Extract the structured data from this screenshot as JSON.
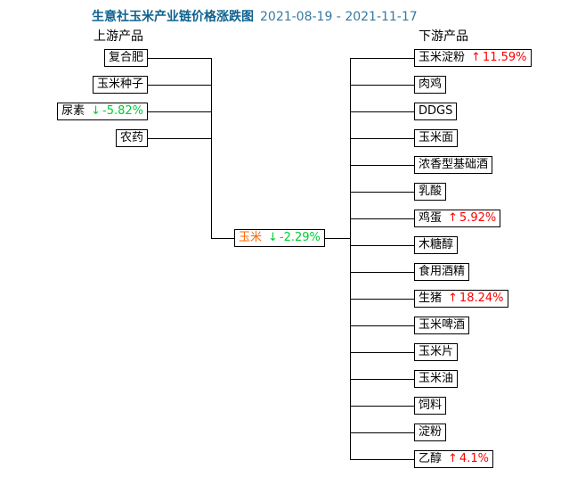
{
  "title": {
    "text": "生意社玉米产业链价格涨跌图",
    "date_range": "2021-08-19 - 2021-11-17"
  },
  "icons": {
    "up": "↑",
    "down": "↓"
  },
  "colors": {
    "up": "#ff0000",
    "down": "#00cc33",
    "center": "#ff6600",
    "title": "#0d628f",
    "date": "#38799f",
    "line": "#000000",
    "text": "#000000",
    "background": "#ffffff"
  },
  "upstream": {
    "header": "上游产品",
    "items": [
      {
        "label": "复合肥"
      },
      {
        "label": "玉米种子"
      },
      {
        "label": "尿素",
        "direction": "down",
        "change": "-5.82%"
      },
      {
        "label": "农药"
      }
    ]
  },
  "center_node": {
    "label": "玉米",
    "direction": "down",
    "change": "-2.29%"
  },
  "downstream": {
    "header": "下游产品",
    "items": [
      {
        "label": "玉米淀粉",
        "direction": "up",
        "change": "11.59%"
      },
      {
        "label": "肉鸡"
      },
      {
        "label": "DDGS"
      },
      {
        "label": "玉米面"
      },
      {
        "label": "浓香型基础酒"
      },
      {
        "label": "乳酸"
      },
      {
        "label": "鸡蛋",
        "direction": "up",
        "change": "5.92%"
      },
      {
        "label": "木糖醇"
      },
      {
        "label": "食用酒精"
      },
      {
        "label": "生猪",
        "direction": "up",
        "change": "18.24%"
      },
      {
        "label": "玉米啤酒"
      },
      {
        "label": "玉米片"
      },
      {
        "label": "玉米油"
      },
      {
        "label": "饲料"
      },
      {
        "label": "淀粉"
      },
      {
        "label": "乙醇",
        "direction": "up",
        "change": "4.1%"
      }
    ]
  }
}
